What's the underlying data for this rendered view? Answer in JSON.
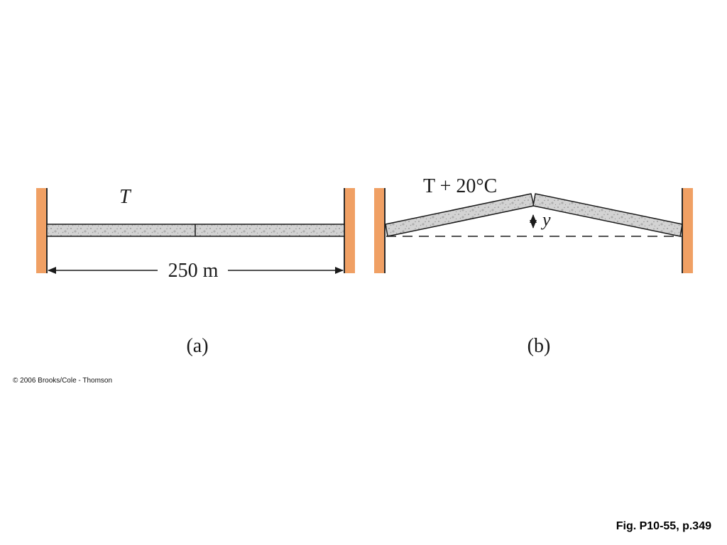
{
  "panel_a": {
    "temperature_label": "T",
    "length_label": "250 m",
    "panel_label": "(a)"
  },
  "panel_b": {
    "temperature_label": "T + 20°C",
    "rise_label": "y",
    "panel_label": "(b)"
  },
  "copyright": "© 2006 Brooks/Cole - Thomson",
  "caption": "Fig. P10-55, p.349",
  "colors": {
    "wall": "#f0a064",
    "wall_edge": "#2a2a2a",
    "concrete": "#d3d3d3",
    "concrete_speckle": "#8f8f8f",
    "line": "#1a1a1a"
  }
}
